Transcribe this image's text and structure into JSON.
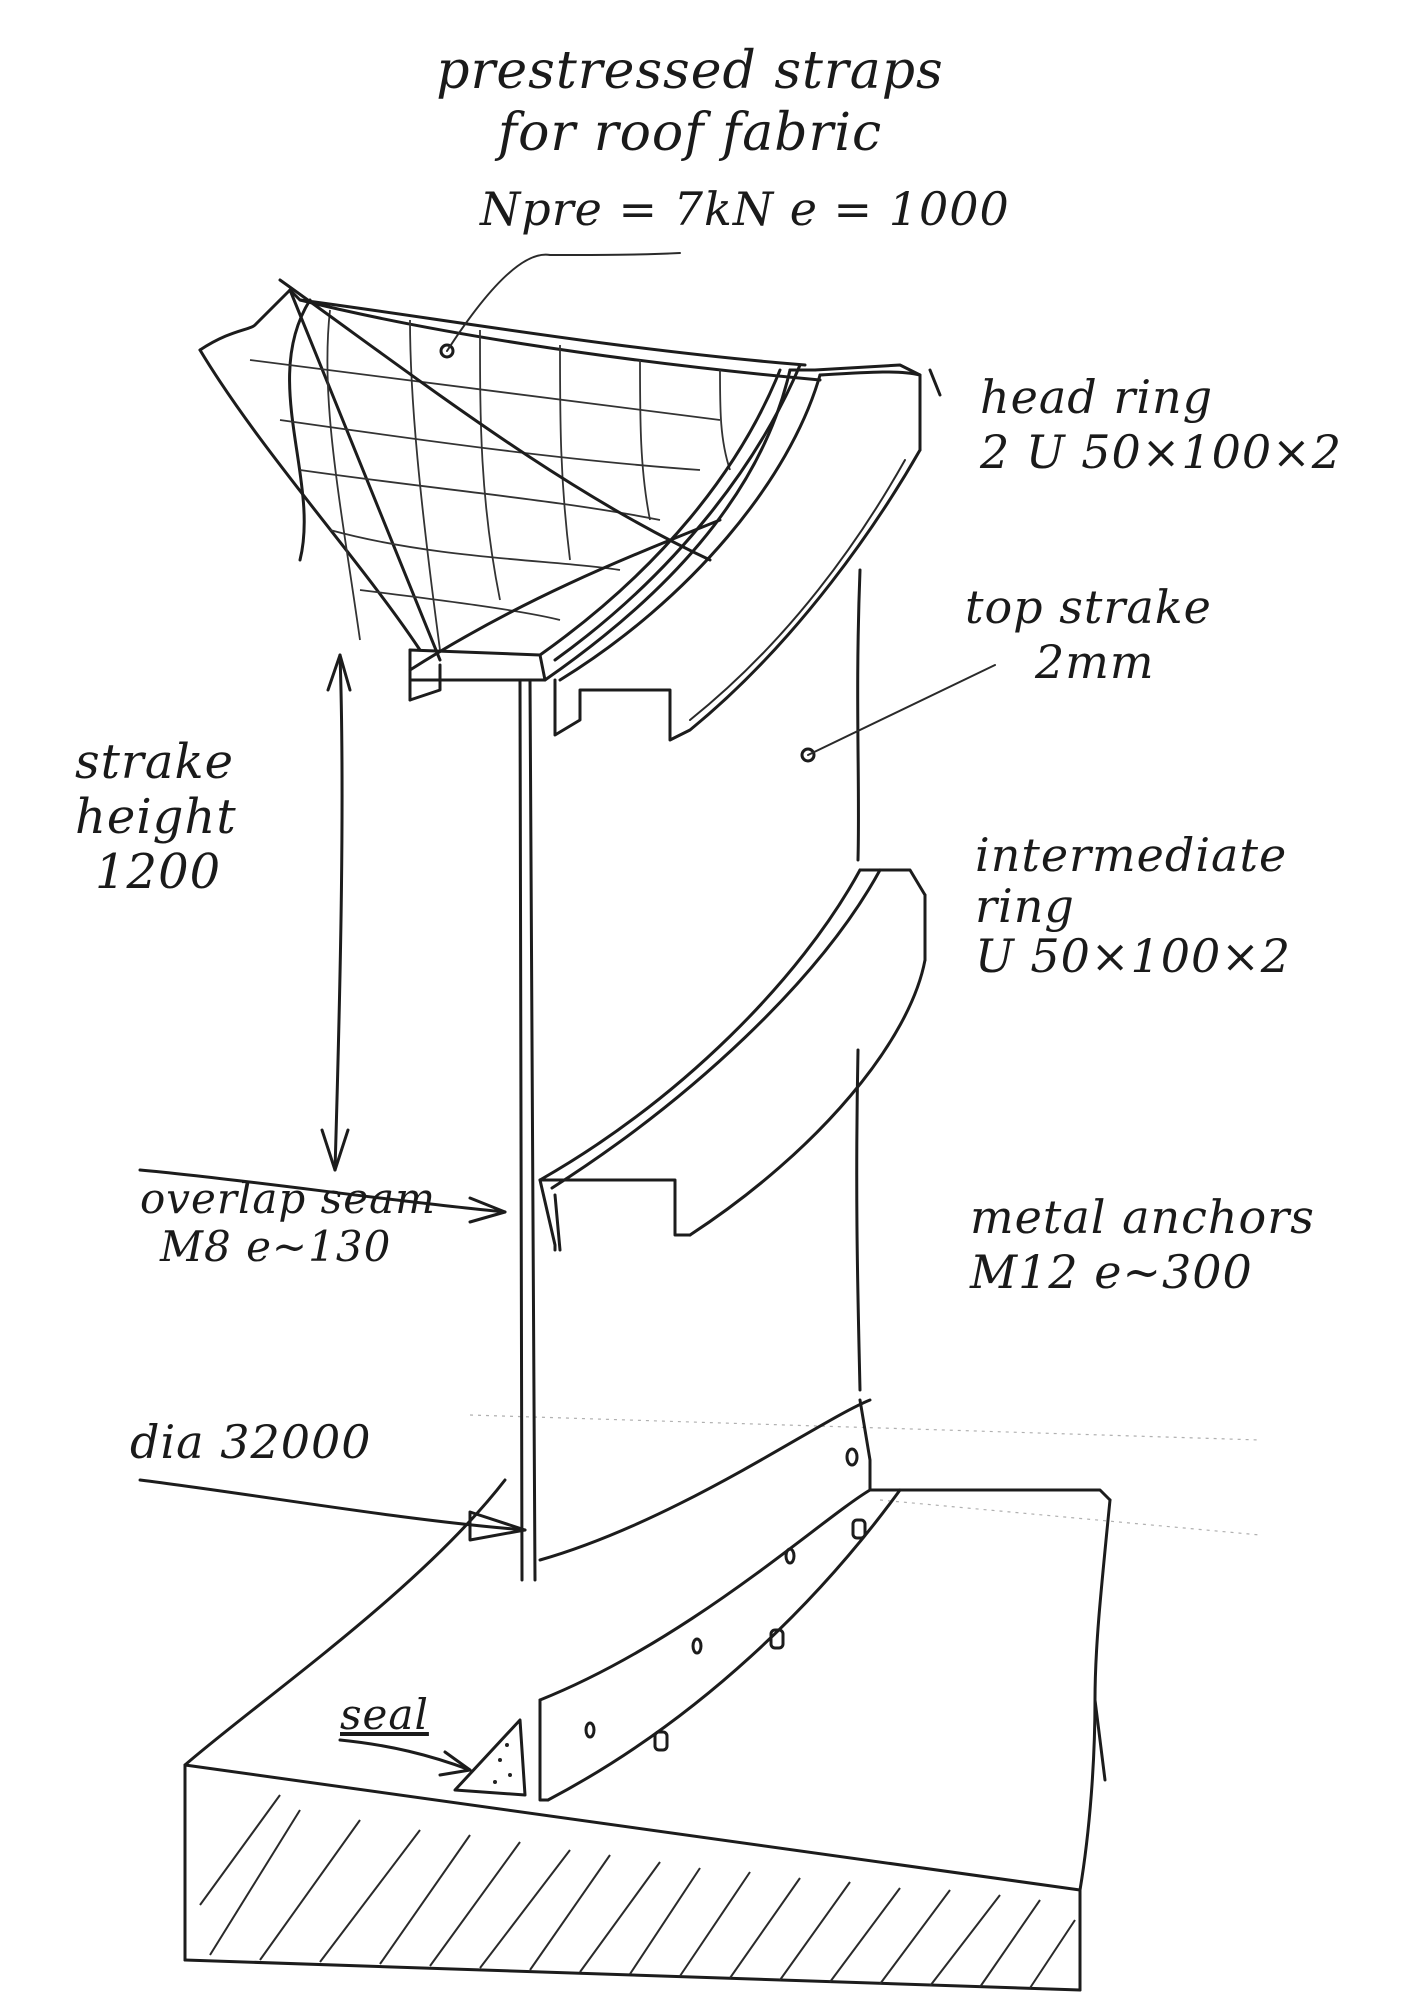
{
  "labels": {
    "straps_line1": "prestressed straps",
    "straps_line2": "for roof fabric",
    "straps_line3": "Npre = 7kN    e = 1000",
    "head_ring_line1": "head ring",
    "head_ring_line2": "2 U 50×100×2",
    "top_strake_line1": "top strake",
    "top_strake_line2": "2mm",
    "strake_height_line1": "strake",
    "strake_height_line2": "height",
    "strake_height_line3": "1200",
    "intermediate_line1": "intermediate",
    "intermediate_line2": "ring",
    "intermediate_line3": "U 50×100×2",
    "overlap_line1": "overlap seam",
    "overlap_line2": "M8  e~130",
    "anchors_line1": "metal anchors",
    "anchors_line2": "M12  e~300",
    "dia": "dia 32000",
    "seal": "seal"
  },
  "colors": {
    "ink": "#1c1c1c",
    "paper": "#ffffff"
  }
}
